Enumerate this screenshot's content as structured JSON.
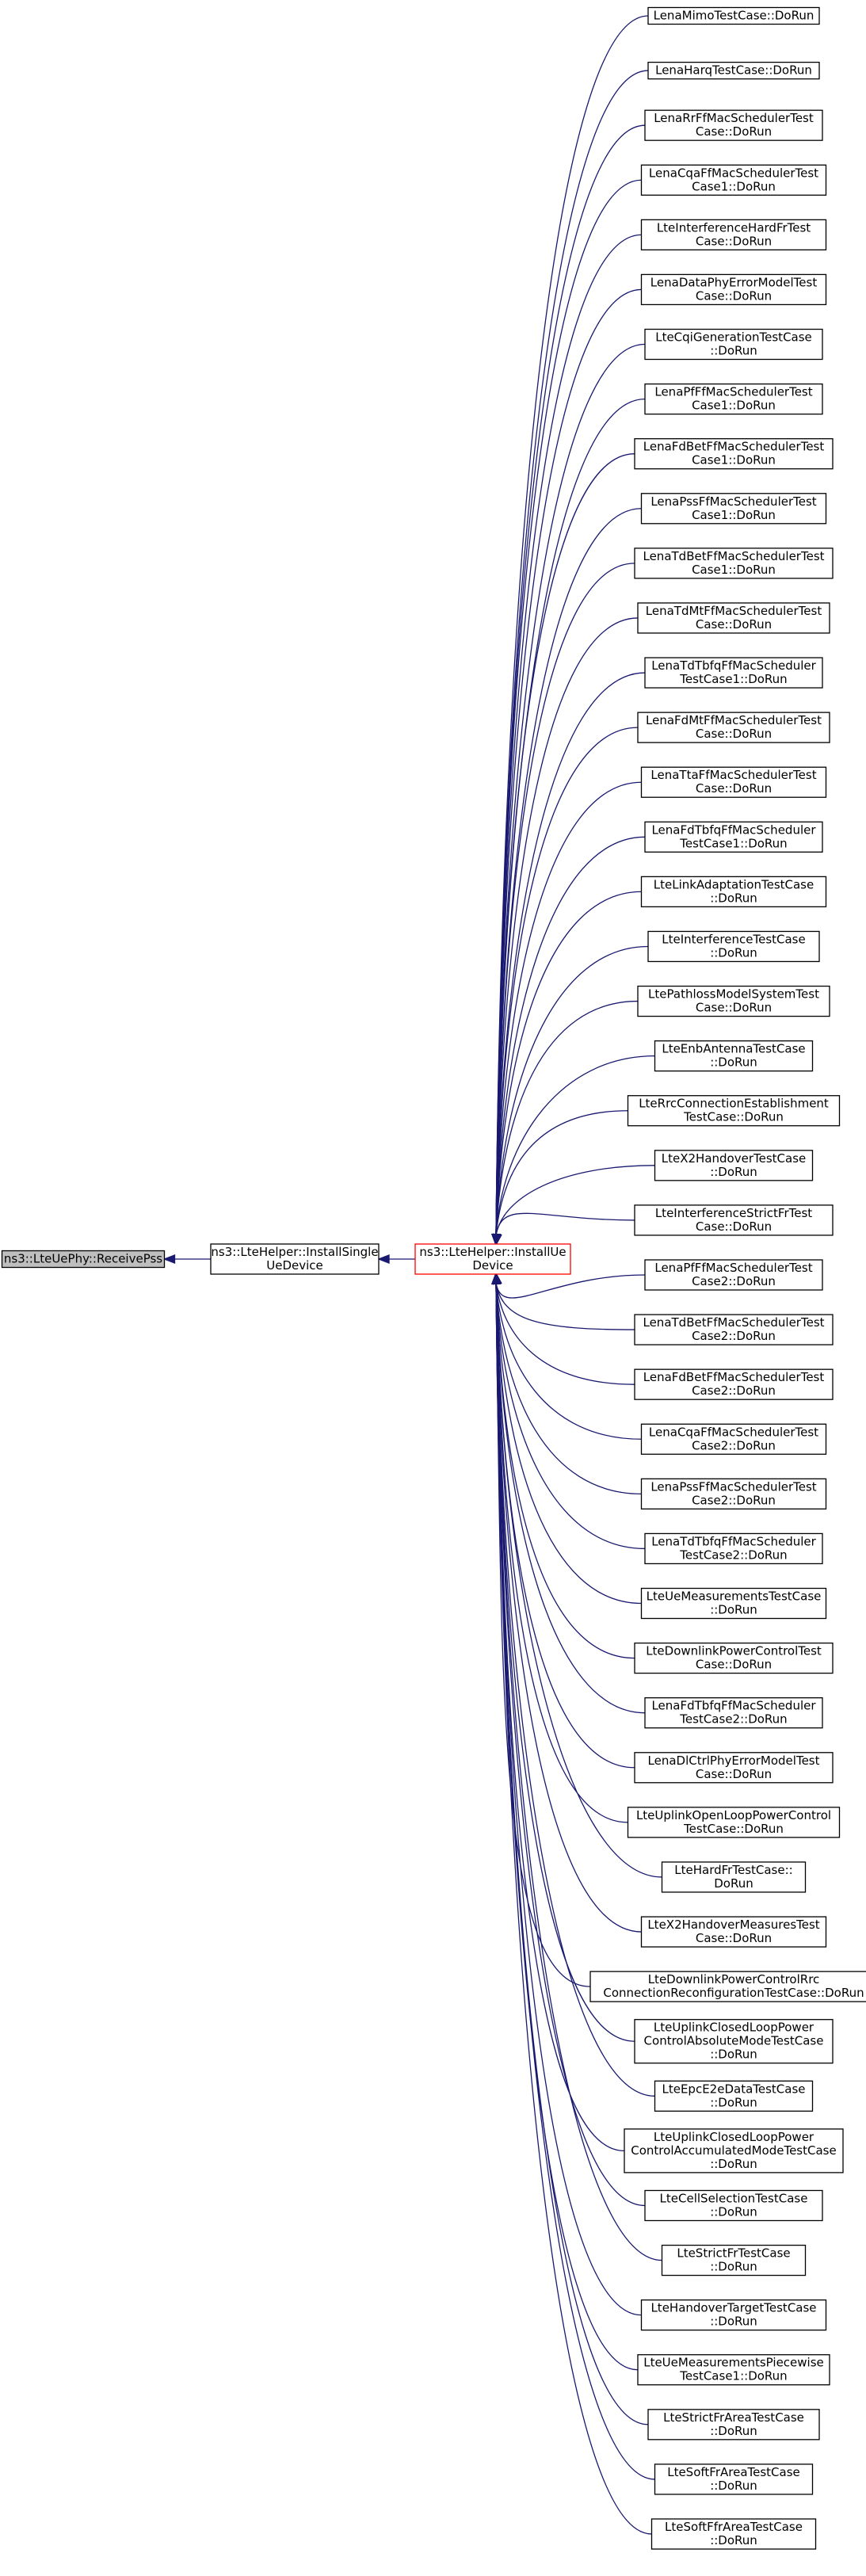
{
  "graph": {
    "edge_color": "#191970",
    "focus_node": {
      "name": "node-receive-pss",
      "lines": [
        "ns3::LteUePhy::ReceivePss"
      ]
    },
    "mid_node": {
      "name": "node-install-single-ue-device",
      "lines": [
        "ns3::LteHelper::InstallSingle",
        "UeDevice"
      ]
    },
    "hub_node": {
      "name": "node-install-ue-device",
      "lines": [
        "ns3::LteHelper::InstallUe",
        "Device"
      ]
    },
    "callers": [
      {
        "lines": [
          "LenaMimoTestCase::DoRun"
        ]
      },
      {
        "lines": [
          "LenaHarqTestCase::DoRun"
        ]
      },
      {
        "lines": [
          "LenaRrFfMacSchedulerTest",
          "Case::DoRun"
        ]
      },
      {
        "lines": [
          "LenaCqaFfMacSchedulerTest",
          "Case1::DoRun"
        ]
      },
      {
        "lines": [
          "LteInterferenceHardFrTest",
          "Case::DoRun"
        ]
      },
      {
        "lines": [
          "LenaDataPhyErrorModelTest",
          "Case::DoRun"
        ]
      },
      {
        "lines": [
          "LteCqiGenerationTestCase",
          "::DoRun"
        ]
      },
      {
        "lines": [
          "LenaPfFfMacSchedulerTest",
          "Case1::DoRun"
        ]
      },
      {
        "lines": [
          "LenaFdBetFfMacSchedulerTest",
          "Case1::DoRun"
        ]
      },
      {
        "lines": [
          "LenaPssFfMacSchedulerTest",
          "Case1::DoRun"
        ]
      },
      {
        "lines": [
          "LenaTdBetFfMacSchedulerTest",
          "Case1::DoRun"
        ]
      },
      {
        "lines": [
          "LenaTdMtFfMacSchedulerTest",
          "Case::DoRun"
        ]
      },
      {
        "lines": [
          "LenaTdTbfqFfMacScheduler",
          "TestCase1::DoRun"
        ]
      },
      {
        "lines": [
          "LenaFdMtFfMacSchedulerTest",
          "Case::DoRun"
        ]
      },
      {
        "lines": [
          "LenaTtaFfMacSchedulerTest",
          "Case::DoRun"
        ]
      },
      {
        "lines": [
          "LenaFdTbfqFfMacScheduler",
          "TestCase1::DoRun"
        ]
      },
      {
        "lines": [
          "LteLinkAdaptationTestCase",
          "::DoRun"
        ]
      },
      {
        "lines": [
          "LteInterferenceTestCase",
          "::DoRun"
        ]
      },
      {
        "lines": [
          "LtePathlossModelSystemTest",
          "Case::DoRun"
        ]
      },
      {
        "lines": [
          "LteEnbAntennaTestCase",
          "::DoRun"
        ]
      },
      {
        "lines": [
          "LteRrcConnectionEstablishment",
          "TestCase::DoRun"
        ]
      },
      {
        "lines": [
          "LteX2HandoverTestCase",
          "::DoRun"
        ]
      },
      {
        "lines": [
          "LteInterferenceStrictFrTest",
          "Case::DoRun"
        ]
      },
      {
        "lines": [
          "LenaPfFfMacSchedulerTest",
          "Case2::DoRun"
        ]
      },
      {
        "lines": [
          "LenaTdBetFfMacSchedulerTest",
          "Case2::DoRun"
        ]
      },
      {
        "lines": [
          "LenaFdBetFfMacSchedulerTest",
          "Case2::DoRun"
        ]
      },
      {
        "lines": [
          "LenaCqaFfMacSchedulerTest",
          "Case2::DoRun"
        ]
      },
      {
        "lines": [
          "LenaPssFfMacSchedulerTest",
          "Case2::DoRun"
        ]
      },
      {
        "lines": [
          "LenaTdTbfqFfMacScheduler",
          "TestCase2::DoRun"
        ]
      },
      {
        "lines": [
          "LteUeMeasurementsTestCase",
          "::DoRun"
        ]
      },
      {
        "lines": [
          "LteDownlinkPowerControlTest",
          "Case::DoRun"
        ]
      },
      {
        "lines": [
          "LenaFdTbfqFfMacScheduler",
          "TestCase2::DoRun"
        ]
      },
      {
        "lines": [
          "LenaDlCtrlPhyErrorModelTest",
          "Case::DoRun"
        ]
      },
      {
        "lines": [
          "LteUplinkOpenLoopPowerControl",
          "TestCase::DoRun"
        ]
      },
      {
        "lines": [
          "LteHardFrTestCase::",
          "DoRun"
        ]
      },
      {
        "lines": [
          "LteX2HandoverMeasuresTest",
          "Case::DoRun"
        ]
      },
      {
        "lines": [
          "LteDownlinkPowerControlRrc",
          "ConnectionReconfigurationTestCase::DoRun"
        ]
      },
      {
        "lines": [
          "LteUplinkClosedLoopPower",
          "ControlAbsoluteModeTestCase",
          "::DoRun"
        ]
      },
      {
        "lines": [
          "LteEpcE2eDataTestCase",
          "::DoRun"
        ]
      },
      {
        "lines": [
          "LteUplinkClosedLoopPower",
          "ControlAccumulatedModeTestCase",
          "::DoRun"
        ]
      },
      {
        "lines": [
          "LteCellSelectionTestCase",
          "::DoRun"
        ]
      },
      {
        "lines": [
          "LteStrictFrTestCase",
          "::DoRun"
        ]
      },
      {
        "lines": [
          "LteHandoverTargetTestCase",
          "::DoRun"
        ]
      },
      {
        "lines": [
          "LteUeMeasurementsPiecewise",
          "TestCase1::DoRun"
        ]
      },
      {
        "lines": [
          "LteStrictFrAreaTestCase",
          "::DoRun"
        ]
      },
      {
        "lines": [
          "LteSoftFrAreaTestCase",
          "::DoRun"
        ]
      },
      {
        "lines": [
          "LteSoftFfrAreaTestCase",
          "::DoRun"
        ]
      }
    ]
  }
}
